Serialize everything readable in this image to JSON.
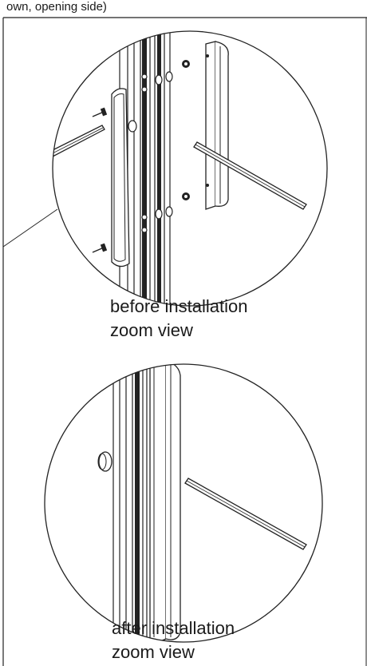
{
  "header_fragment": "own, opening side)",
  "before": {
    "line1": "before installation",
    "line2": "zoom view"
  },
  "after": {
    "line1": "after installation",
    "line2": "zoom view"
  }
}
